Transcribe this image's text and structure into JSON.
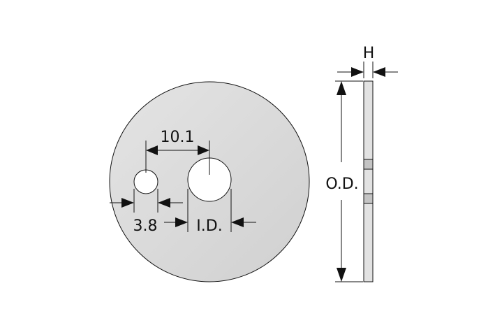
{
  "labels": {
    "hole_spacing": "10.1",
    "small_hole_diameter": "3.8",
    "inner_diameter": "I.D.",
    "outer_diameter": "O.D.",
    "thickness": "H"
  },
  "colors": {
    "disc_fill": "#d9d9d9",
    "side_fill": "#e2e2e2",
    "band_fill": "#c4c4c4",
    "line": "#111111"
  }
}
